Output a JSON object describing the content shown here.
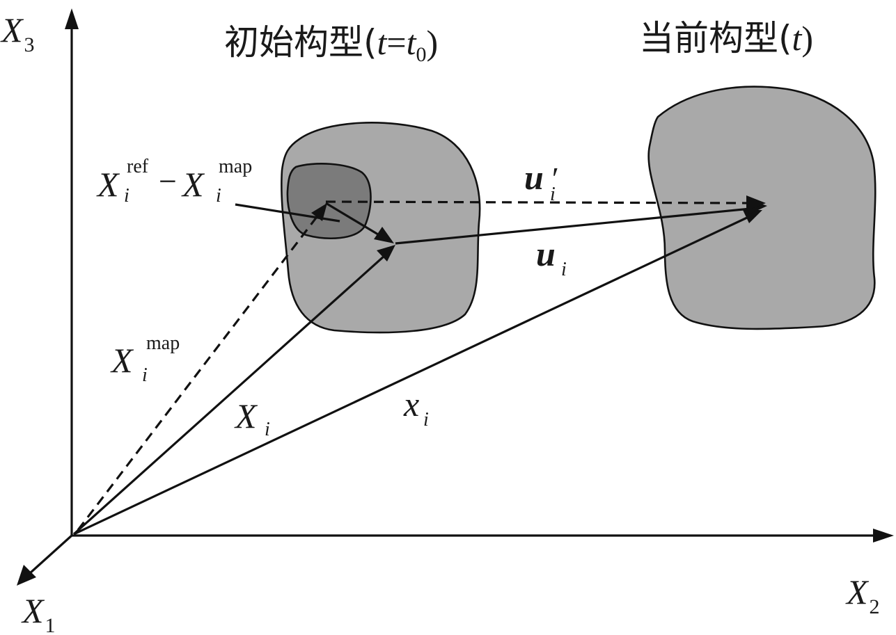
{
  "axes": {
    "x3": {
      "base": "X",
      "sub": "3"
    },
    "x2": {
      "base": "X",
      "sub": "2"
    },
    "x1": {
      "base": "X",
      "sub": "1"
    }
  },
  "titles": {
    "initial": {
      "text": "初始构型(",
      "t": "t",
      "eq": "=",
      "t0": "t",
      "t0_sub": "0",
      "close": ")"
    },
    "current": {
      "text": "当前构型(",
      "t": "t",
      "close": ")"
    }
  },
  "labels": {
    "ref_minus_map": {
      "X": "X",
      "i": "i",
      "ref": "ref",
      "minus": "−",
      "map": "map"
    },
    "u_prime": {
      "u": "u",
      "i": "i",
      "prime": "′"
    },
    "u": {
      "u": "u",
      "i": "i"
    },
    "X_map": {
      "X": "X",
      "i": "i",
      "map": "map"
    },
    "X_i": {
      "X": "X",
      "i": "i"
    },
    "x_i": {
      "x": "x",
      "i": "i"
    }
  },
  "colors": {
    "body_fill": "#a9a9a9",
    "region_fill": "#7b7b7b",
    "stroke": "#111111"
  }
}
